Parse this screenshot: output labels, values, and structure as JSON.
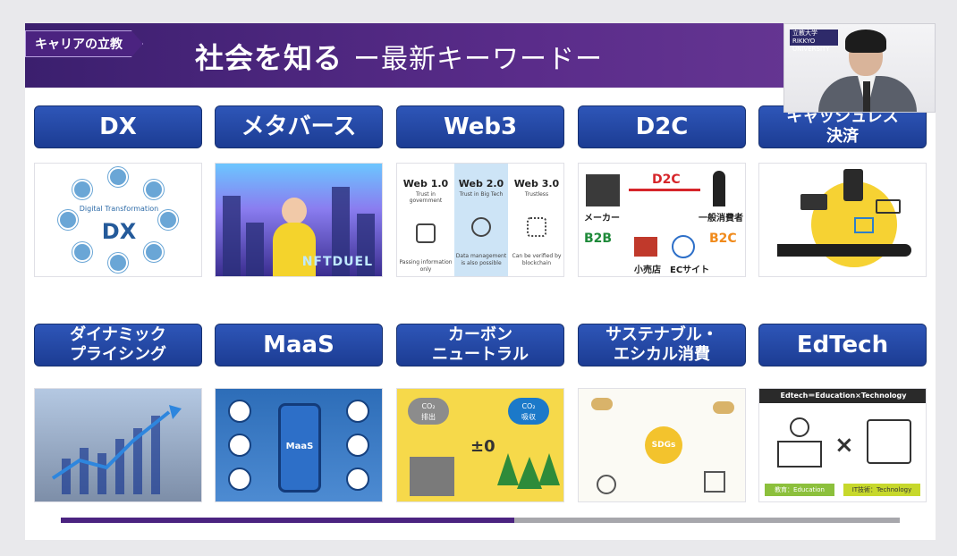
{
  "header": {
    "tag": "キャリアの立教",
    "title": "社会を知る",
    "subtitle": "ー最新キーワードー"
  },
  "video": {
    "logo_line1": "立教大学",
    "logo_line2": "RIKKYO UNIVERSITY"
  },
  "cards": [
    {
      "label": "DX"
    },
    {
      "label": "メタバース"
    },
    {
      "label": "Web3"
    },
    {
      "label": "D2C"
    },
    {
      "label": "キャッシュレス\n決済"
    },
    {
      "label": "ダイナミック\nプライシング"
    },
    {
      "label": "MaaS"
    },
    {
      "label": "カーボン\nニュートラル"
    },
    {
      "label": "サステナブル・\nエシカル消費"
    },
    {
      "label": "EdTech"
    }
  ],
  "images": {
    "dx": {
      "sub_line1": "Digital",
      "sub_line2": "Transformation",
      "main": "DX"
    },
    "metaverse": {
      "text": "NFTDUEL"
    },
    "web3": {
      "cols": [
        {
          "title": "Web 1.0",
          "mini": "Trust in government",
          "foot": "Passing information only"
        },
        {
          "title": "Web 2.0",
          "mini": "Trust in Big Tech",
          "foot": "Data management is also possible"
        },
        {
          "title": "Web 3.0",
          "mini": "Trustless",
          "foot": "Can be verified by blockchain"
        }
      ]
    },
    "d2c": {
      "d2c": "D2C",
      "maker": "メーカー",
      "consumer": "一般消費者",
      "b2b": "B2B",
      "b2c": "B2C",
      "store": "小売店",
      "ec": "ECサイト"
    },
    "maas": {
      "phone": "MaaS"
    },
    "carbon": {
      "emit": "CO₂\n排出",
      "absorb": "CO₂\n吸収",
      "eq": "±0"
    },
    "sdgs": {
      "center": "SDGs"
    },
    "edtech": {
      "top": "Edtech＝Education×Technology",
      "left": "教育：Education",
      "right": "IT技術：Technology",
      "x": "×"
    }
  },
  "progress": {
    "fraction": 0.54
  }
}
